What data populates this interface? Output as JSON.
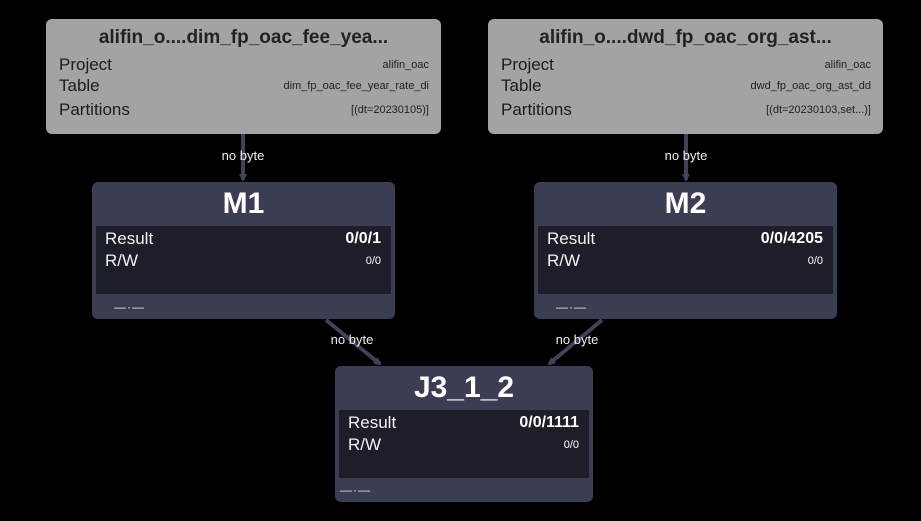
{
  "sources": [
    {
      "title": "alifin_o....dim_fp_oac_fee_yea...",
      "project_label": "Project",
      "project_value": "alifin_oac",
      "table_label": "Table",
      "table_value": "dim_fp_oac_fee_year_rate_di",
      "partitions_label": "Partitions",
      "partitions_value": "[(dt=20230105)]"
    },
    {
      "title": "alifin_o....dwd_fp_oac_org_ast...",
      "project_label": "Project",
      "project_value": "alifin_oac",
      "table_label": "Table",
      "table_value": "dwd_fp_oac_org_ast_dd",
      "partitions_label": "Partitions",
      "partitions_value": "[(dt=20230103,set...)]"
    }
  ],
  "tasks": [
    {
      "title": "M1",
      "result_label": "Result",
      "result_value": "0/0/1",
      "rw_label": "R/W",
      "rw_value": "0/0",
      "footer": "—·—"
    },
    {
      "title": "M2",
      "result_label": "Result",
      "result_value": "0/0/4205",
      "rw_label": "R/W",
      "rw_value": "0/0",
      "footer": "—·—"
    },
    {
      "title": "J3_1_2",
      "result_label": "Result",
      "result_value": "0/0/1111",
      "rw_label": "R/W",
      "rw_value": "0/0",
      "footer": "—·—"
    }
  ],
  "edges": [
    {
      "label": "no byte"
    },
    {
      "label": "no byte"
    },
    {
      "label": "no byte"
    },
    {
      "label": "no byte"
    }
  ],
  "colors": {
    "background": "#000000",
    "source_node": "#a3a3a3",
    "task_node": "#3b3d52",
    "task_panel": "#1d1e29",
    "edge": "#3f4258"
  }
}
